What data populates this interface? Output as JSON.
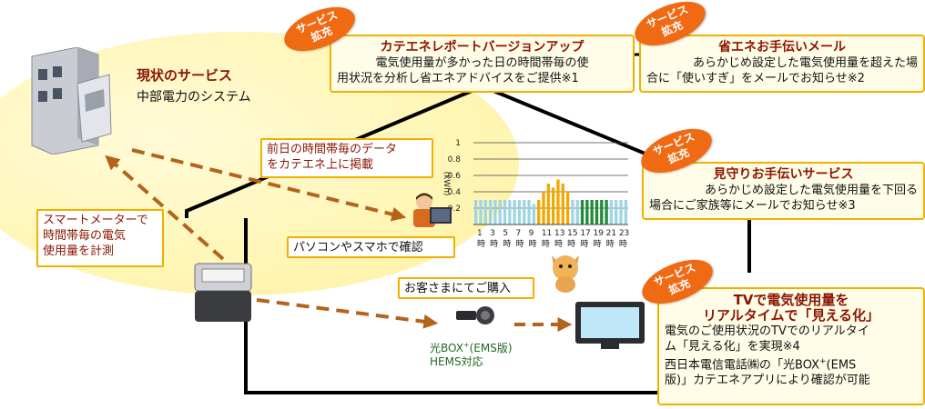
{
  "current_service": {
    "title": "現状のサービス",
    "subtitle": "中部電力のシステム"
  },
  "badges": {
    "l1": "サービス",
    "l2": "拡充"
  },
  "services": [
    {
      "title": "カテエネレポートバージョンアップ",
      "line1": "電気使用量が多かった日の時間帯毎の使",
      "line2": "用状況を分析し省エネアドバイスをご提供※1"
    },
    {
      "title": "省エネお手伝いメール",
      "line1": "あらかじめ設定した電気使用量を超えた場",
      "line2": "合に「使いすぎ」をメールでお知らせ※2"
    },
    {
      "title": "見守りお手伝いサービス",
      "line1": "あらかじめ設定した電気使用量を下回る",
      "line2": "場合にご家族等にメールでお知らせ※3"
    },
    {
      "title_1": "TVで電気使用量を",
      "title_2": "リアルタイムで「見える化」",
      "line1": "電気のご使用状況のTVでのリアルタイ",
      "line2": "ム「見える化」を実現※4",
      "line3": "西日本電信電話㈱の「光BOX",
      "line3_sup": "+",
      "line3_b": "(EMS",
      "line4": "版)」カテエネアプリにより確認が可能"
    }
  ],
  "callouts": {
    "prev_day_1": "前日の時間帯毎のデータ",
    "prev_day_2": "をカテエネ上に掲載",
    "smart_meter_1": "スマートメーターで",
    "smart_meter_2": "時間帯毎の電気",
    "smart_meter_3": "使用量を計測",
    "pc_check": "パソコンやスマホで確認",
    "purchase": "お客さまにてご購入"
  },
  "device": {
    "name": "光BOX",
    "sup": "+",
    "name_b": "(EMS版)",
    "hems": "HEMS対応"
  },
  "chart_data": {
    "type": "bar",
    "y_ticks": [
      "1",
      "0.8",
      "0.6",
      "0.4",
      "0.2"
    ],
    "x_ticks_top": [
      "1",
      "3",
      "5",
      "7",
      "9",
      "11",
      "13",
      "15",
      "17",
      "19",
      "21",
      "23"
    ],
    "x_ticks_bottom": [
      "時",
      "時",
      "時",
      "時",
      "時",
      "時",
      "時",
      "時",
      "時",
      "時",
      "時",
      "時"
    ],
    "ylabel": "(kWh)",
    "ylim": [
      0,
      1
    ],
    "values": [
      0.3,
      0.3,
      0.3,
      0.3,
      0.3,
      0.3,
      0.3,
      0.3,
      0.3,
      0.3,
      0.3,
      0.3,
      0.25,
      0.3,
      0.4,
      0.5,
      0.45,
      0.55,
      0.5,
      0.4,
      0.3,
      0.3,
      0.3,
      0.3,
      0.3,
      0.3,
      0.3,
      0.3,
      0.3,
      0.3,
      0.3,
      0.3
    ],
    "colors": {
      "light": "#9fd4e4",
      "peak": "#f2a800",
      "green": "#1e8c3a"
    }
  }
}
